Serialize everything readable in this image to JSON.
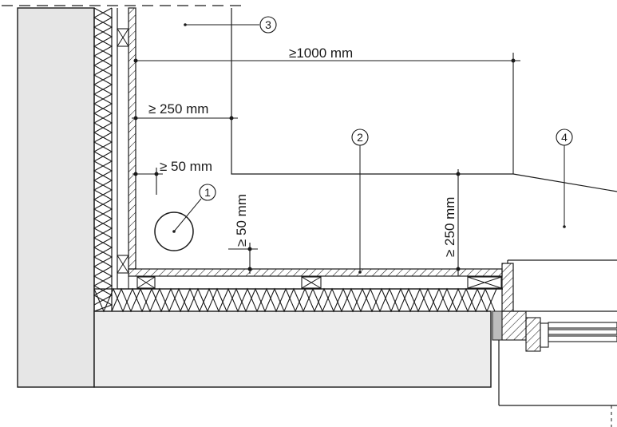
{
  "dimensions": {
    "d1000": "≥1000 mm",
    "d250_horizontal": "≥ 250 mm",
    "d50_horizontal": "≥ 50 mm",
    "d50_vertical": "≥ 50 mm",
    "d250_vertical": "≥ 250 mm"
  },
  "callouts": {
    "c1": "1",
    "c2": "2",
    "c3": "3",
    "c4": "4"
  },
  "colors": {
    "line": "#1a1a1a",
    "wall_fill": "#e6e6e6",
    "floor_fill": "#ececec"
  }
}
